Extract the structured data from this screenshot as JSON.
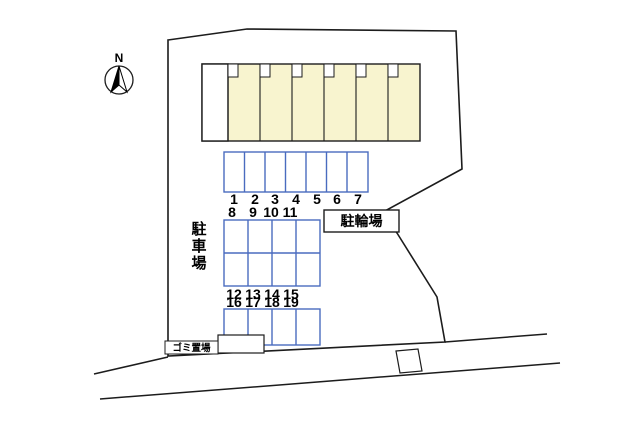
{
  "compass": {
    "label": "N"
  },
  "labels": {
    "parking_lot": "駐車場",
    "bicycle_parking": "駐輪場",
    "garbage_area": "ゴミ置場"
  },
  "parking": {
    "row1": [
      "1",
      "2",
      "3",
      "4",
      "5",
      "6",
      "7"
    ],
    "row2": [
      "8",
      "9",
      "10",
      "11"
    ],
    "row3": [
      "12",
      "13",
      "14",
      "15"
    ],
    "row4": [
      "16",
      "17",
      "18",
      "19"
    ]
  },
  "colors": {
    "building_fill": "#f8f4cf",
    "space_stroke": "#4a6bbf",
    "outline": "#1c1c1c"
  }
}
